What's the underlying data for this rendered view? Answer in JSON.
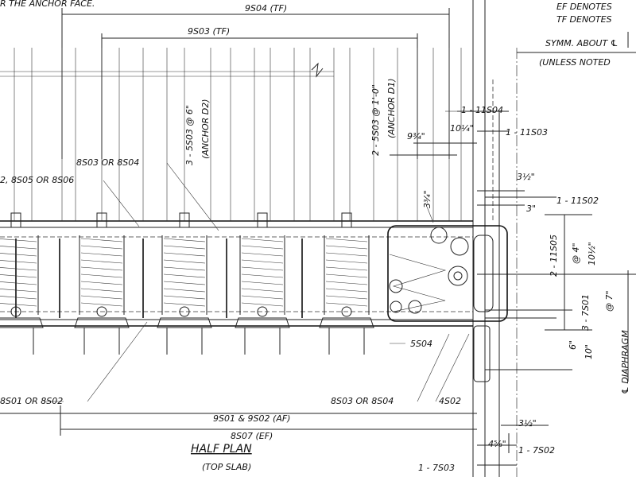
{
  "header": {
    "note_left": "R THE ANCHOR FACE.",
    "legend_ef": "EF DENOTES",
    "legend_tf": "TF DENOTES",
    "symm": "SYMM. ABOUT ℄",
    "unless": "(UNLESS NOTED"
  },
  "dimensions": {
    "s904": "9S04 (TF)",
    "s903": "9S03 (TF)",
    "anchor_d2_a": "3 - 5S03 @ 6\"",
    "anchor_d2_b": "(ANCHOR D2)",
    "anchor_d1_a": "2 - 5S03 @ 1'-0\"",
    "anchor_d1_b": "(ANCHOR D1)",
    "d_9_3_4": "9¾\"",
    "d_10_1_4": "10¼\"",
    "d_3_1_2_top": "3½\"",
    "d_3in": "3\"",
    "d_3_3_4": "3¾\"",
    "s11s04": "1 - 11S04",
    "s11s03": "1 - 11S03",
    "s11s02": "1 - 11S02",
    "s11s05_a": "2 - 11S05",
    "at4": "@ 4\"",
    "d_10_1_2": "10½\"",
    "s7s01": "3 - 7S01",
    "at7": "@ 7\"",
    "diaphragm": "℄ DIAPHRAGM",
    "d_6in": "6\"",
    "d_10in": "10\"",
    "s5s04": "5S04",
    "s8s03_top": "8S03 OR 8S04",
    "s8s05": "2, 8S05 OR 8S06",
    "s8s01": "8S01 OR 8S02",
    "s8s03_bot": "8S03 OR 8S04",
    "s4s02": "4S02",
    "s901": "9S01 & 9S02 (AF)",
    "s807": "8S07 (EF)",
    "d_3_1_2_bot": "3½\"",
    "d_4_5_8": "4⅝\"",
    "s7s02": "1 - 7S02",
    "s7s03": "1 - 7S03"
  },
  "titles": {
    "main": "HALF PLAN",
    "sub": "(TOP SLAB)"
  }
}
